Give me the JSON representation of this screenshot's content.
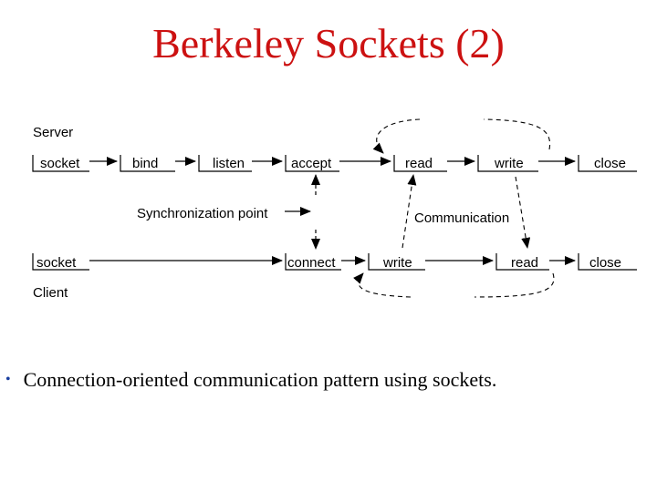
{
  "title": "Berkeley Sockets (2)",
  "diagram": {
    "server_label": "Server",
    "client_label": "Client",
    "server_ops": [
      "socket",
      "bind",
      "listen",
      "accept",
      "read",
      "write",
      "close"
    ],
    "client_ops": [
      "socket",
      "connect",
      "write",
      "read",
      "close"
    ],
    "sync_label": "Synchronization point",
    "comm_label": "Communication"
  },
  "bullet": "Connection-oriented communication pattern using sockets."
}
